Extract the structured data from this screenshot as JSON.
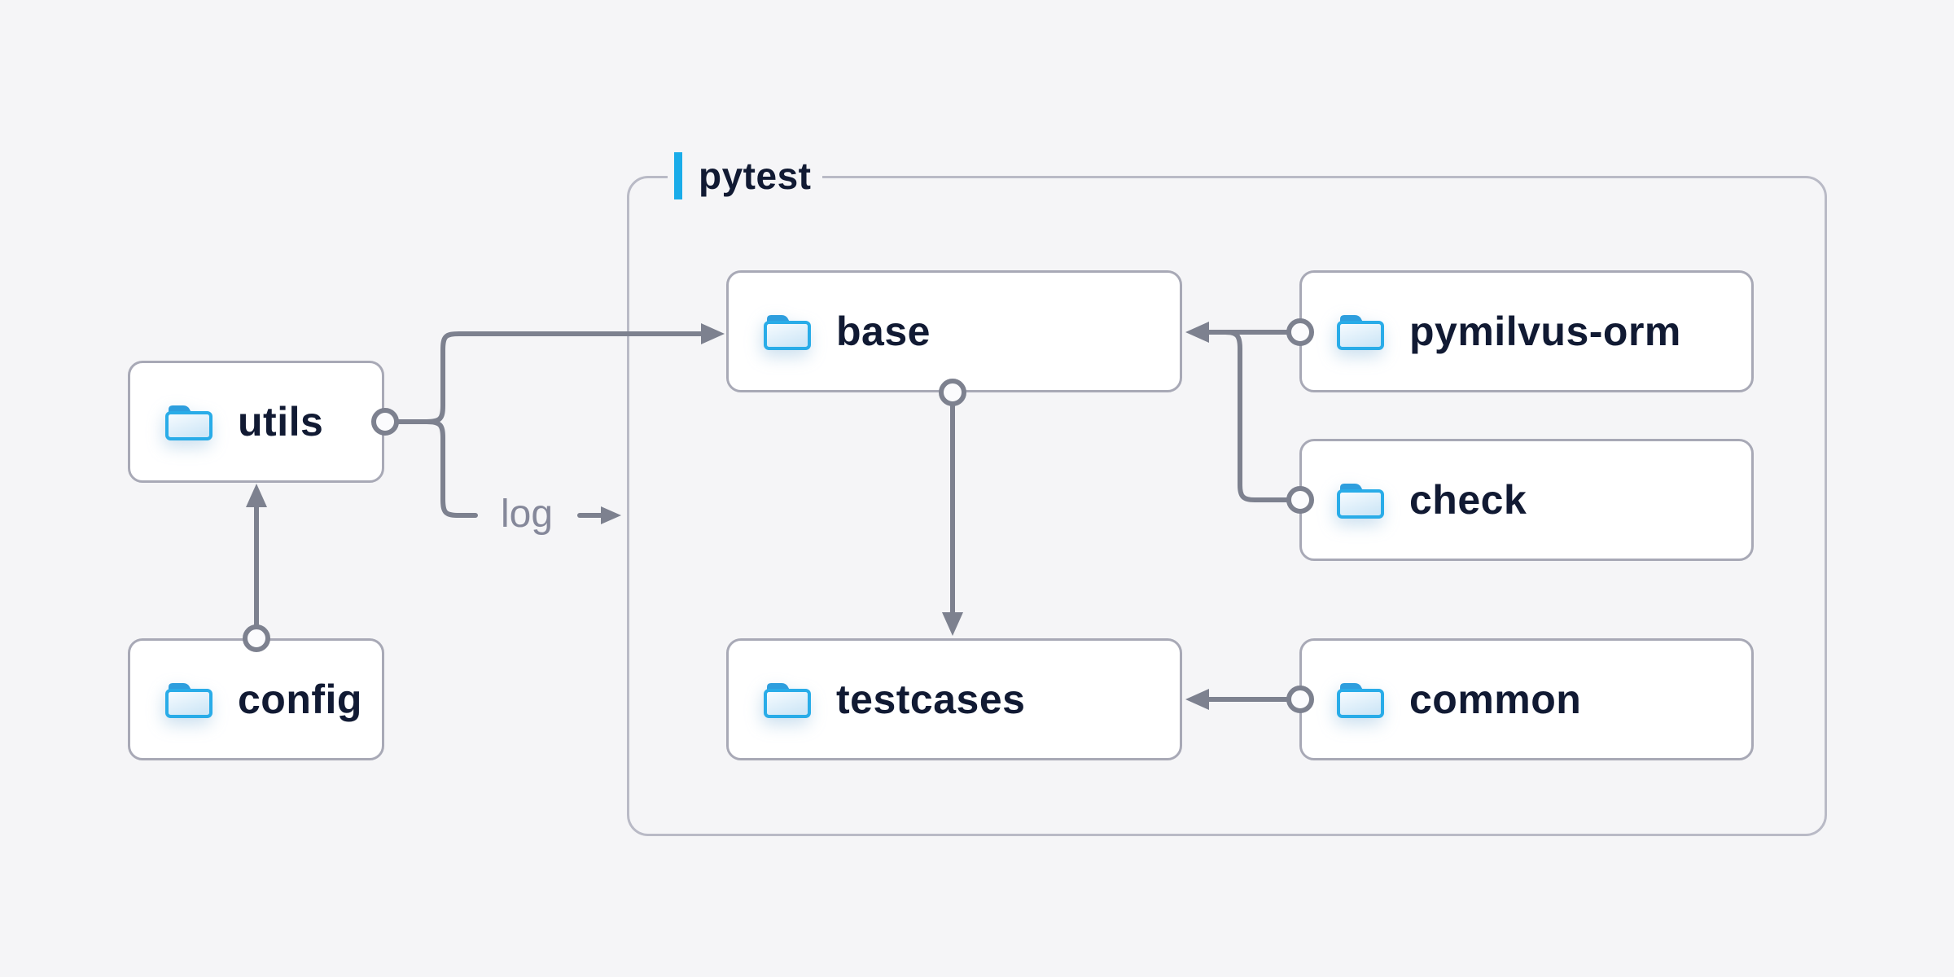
{
  "container": {
    "label": "pytest"
  },
  "nodes": {
    "utils": {
      "label": "utils"
    },
    "config": {
      "label": "config"
    },
    "base": {
      "label": "base"
    },
    "pymilvus_orm": {
      "label": "pymilvus-orm"
    },
    "check": {
      "label": "check"
    },
    "testcases": {
      "label": "testcases"
    },
    "common": {
      "label": "common"
    }
  },
  "edges": {
    "log_label": "log",
    "list": [
      {
        "from": "config",
        "to": "utils"
      },
      {
        "from": "utils",
        "to": "base"
      },
      {
        "from": "utils",
        "to": "log"
      },
      {
        "from": "pymilvus-orm",
        "to": "base"
      },
      {
        "from": "check",
        "to": "base"
      },
      {
        "from": "base",
        "to": "testcases"
      },
      {
        "from": "common",
        "to": "testcases"
      }
    ]
  },
  "icons": {
    "node_icon": "folder-icon"
  },
  "colors": {
    "background": "#f5f5f7",
    "accent_blue_bar": "#1aace9",
    "folder_border_blue": "#29ace8",
    "folder_tab_blue": "#2d9ede",
    "folder_fill_light": "#cfe7f7",
    "connector_gray": "#7d818f",
    "label_navy": "#111a33",
    "edge_label_gray": "#85889a",
    "node_border": "#a8a9b6",
    "container_border": "#b9bac6",
    "node_background": "#ffffff"
  }
}
